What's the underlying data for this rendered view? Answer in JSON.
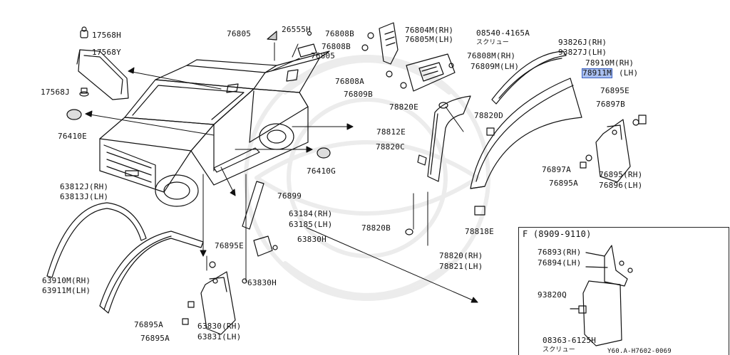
{
  "labels": {
    "l_17568h": "17568H",
    "l_17568y": "17568Y",
    "l_17568j": "17568J",
    "l_76410e": "76410E",
    "l_76805a": "76805",
    "l_26555h": "26555H",
    "l_76805b": "76805",
    "l_76808b1": "76808B",
    "l_76808b2": "76808B",
    "l_76808a": "76808A",
    "l_76809b": "76809B",
    "l_76804m": "76804M(RH)",
    "l_76805m": "76805M(LH)",
    "l_08540": "08540-4165A",
    "l_08540j": "スクリュー",
    "l_76808m": "76808M(RH)",
    "l_76809m": "76809M(LH)",
    "l_93826j": "93826J(RH)",
    "l_93827j": "93827J(LH)",
    "l_78910m": "78910M(RH)",
    "l_78911m": "78911M",
    "l_78911m_lh": "(LH)",
    "l_76895e_r": "76895E",
    "l_76897b": "76897B",
    "l_78820e": "78820E",
    "l_78820d": "78820D",
    "l_78812e": "78812E",
    "l_78820c": "78820C",
    "l_76410g": "76410G",
    "l_76897a": "76897A",
    "l_76895a_r": "76895A",
    "l_76895rh": "76895(RH)",
    "l_76896lh": "76896(LH)",
    "l_63812j": "63812J(RH)",
    "l_63813j": "63813J(LH)",
    "l_76899": "76899",
    "l_63184": "63184(RH)",
    "l_63185": "63185(LH)",
    "l_63830h_1": "63830H",
    "l_76895e_l": "76895E",
    "l_78820b": "78820B",
    "l_78818e": "78818E",
    "l_78820rh": "78820(RH)",
    "l_78821lh": "78821(LH)",
    "l_63830h_2": "63830H",
    "l_63910m": "63910M(RH)",
    "l_63911m": "63911M(LH)",
    "l_76895a_l1": "76895A",
    "l_76895a_l2": "76895A",
    "l_63830rh": "63830(RH)",
    "l_63831lh": "63831(LH)",
    "inset_title": "F (8909-9110)",
    "l_76893": "76893(RH)",
    "l_76894": "76894(LH)",
    "l_93820q": "93820Q",
    "l_08363": "08363-6125H",
    "l_08363j": "スクリュー",
    "footer": "Y60.A-H7602-0069"
  },
  "highlight_color": "#a9bff0"
}
